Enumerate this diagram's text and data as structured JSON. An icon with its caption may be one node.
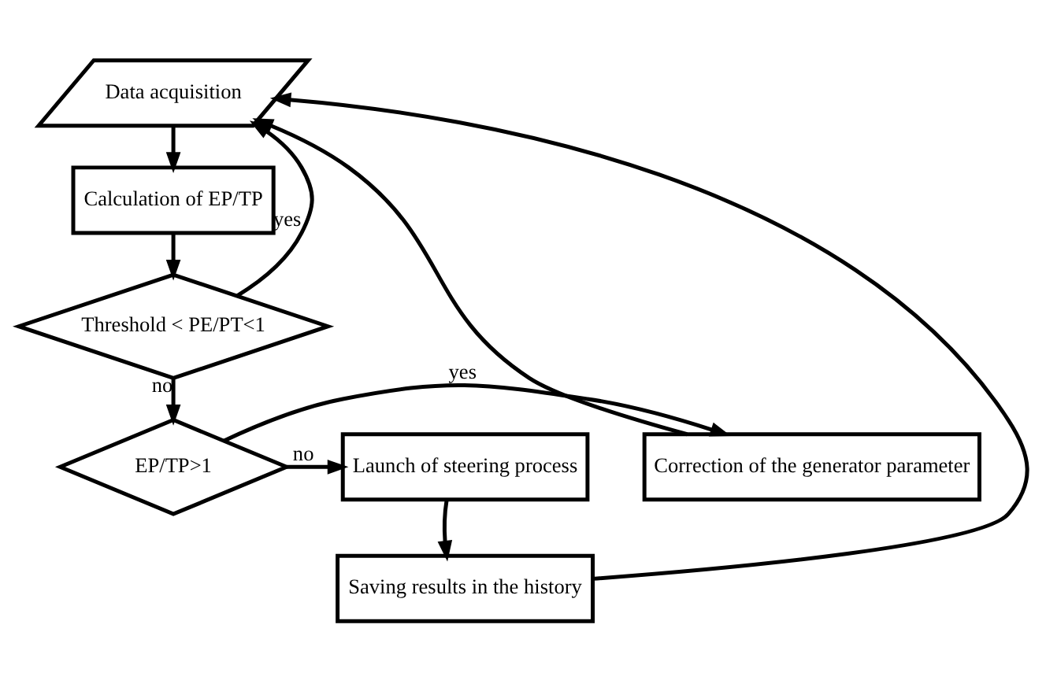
{
  "diagram": {
    "nodes": [
      {
        "text": [
          "Data acquisition"
        ]
      },
      {
        "text": [
          "Calculation of EP/TP"
        ]
      },
      {
        "text": [
          "Threshold < PE/PT<1"
        ]
      },
      {
        "text": [
          "Correction of the generator parameter"
        ]
      },
      {
        "text": [
          "EP/TP>1"
        ]
      },
      {
        "text": [
          "Launch of steering process"
        ]
      },
      {
        "text": [
          "Saving results in the history"
        ]
      }
    ],
    "edges": [
      {
        "from": 0,
        "to": 1,
        "arrow": "to"
      },
      {
        "from": 1,
        "to": 2,
        "arrow": "to"
      },
      {
        "from": 2,
        "to": 0,
        "arrow": "to",
        "label": "yes"
      },
      {
        "from": 2,
        "to": 4,
        "arrow": "to",
        "label": "no"
      },
      {
        "from": 4,
        "to": 3,
        "arrow": "to",
        "label": "yes"
      },
      {
        "from": 4,
        "to": 5,
        "arrow": "to",
        "label": "no"
      },
      {
        "from": 5,
        "to": 6,
        "arrow": "to"
      },
      {
        "from": 6,
        "to": 0,
        "arrow": "to"
      },
      {
        "from": 3,
        "to": 0,
        "arrow": "to"
      }
    ]
  }
}
